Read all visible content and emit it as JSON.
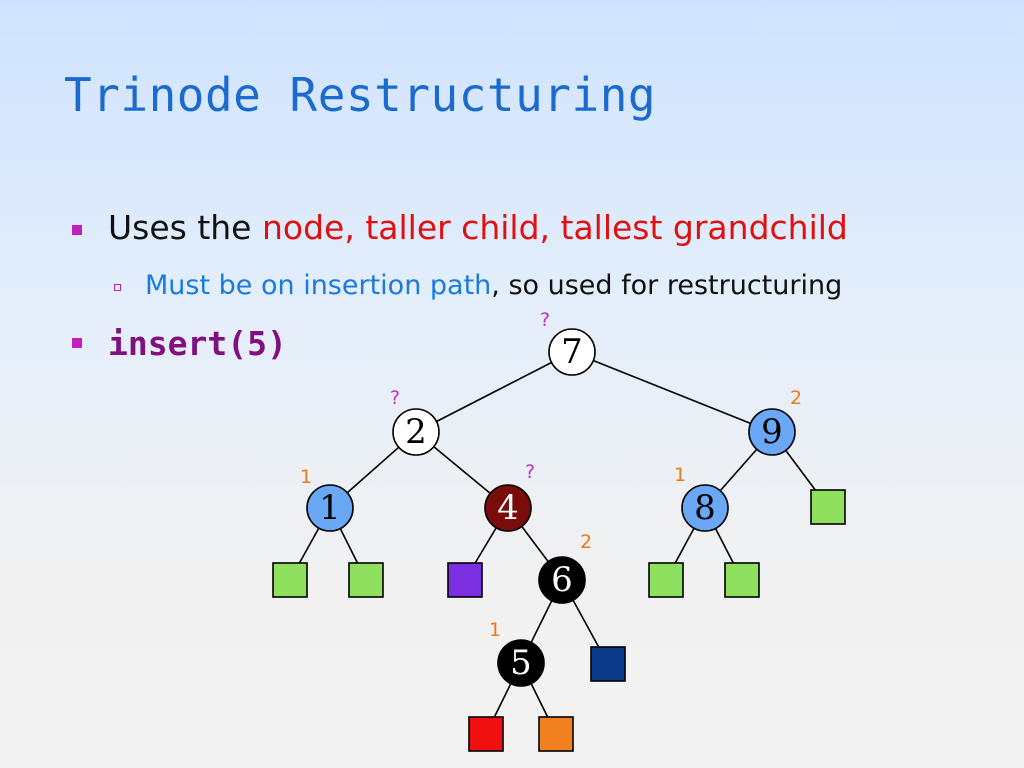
{
  "slide": {
    "title": "Trinode Restructuring",
    "bullet1": {
      "prefix": "Uses the ",
      "highlight": "node, taller child, tallest grandchild"
    },
    "bullet2": {
      "highlight": "Must be on insertion path",
      "suffix": ", so used for restructuring"
    },
    "bullet3": "insert(5)"
  },
  "tree": {
    "nodes": [
      {
        "id": "7",
        "label": "7",
        "height": "?",
        "fill": "#ffffff",
        "text": "#000000",
        "height_color": "#c030c0"
      },
      {
        "id": "2",
        "label": "2",
        "height": "?",
        "fill": "#ffffff",
        "text": "#000000",
        "height_color": "#c030c0"
      },
      {
        "id": "9",
        "label": "9",
        "height": "2",
        "fill": "#6aa8f5",
        "text": "#000000",
        "height_color": "#f07818"
      },
      {
        "id": "1",
        "label": "1",
        "height": "1",
        "fill": "#6aa8f5",
        "text": "#000000",
        "height_color": "#f07818"
      },
      {
        "id": "4",
        "label": "4",
        "height": "?",
        "fill": "#7a0c0c",
        "text": "#ffffff",
        "height_color": "#c030c0"
      },
      {
        "id": "8",
        "label": "8",
        "height": "1",
        "fill": "#6aa8f5",
        "text": "#000000",
        "height_color": "#f07818"
      },
      {
        "id": "6",
        "label": "6",
        "height": "2",
        "fill": "#000000",
        "text": "#ffffff",
        "height_color": "#f07818"
      },
      {
        "id": "5",
        "label": "5",
        "height": "1",
        "fill": "#000000",
        "text": "#ffffff",
        "height_color": "#f07818"
      }
    ],
    "edges": [
      [
        "7",
        "2"
      ],
      [
        "7",
        "9"
      ],
      [
        "2",
        "1"
      ],
      [
        "2",
        "4"
      ],
      [
        "9",
        "8"
      ],
      [
        "9",
        "L9r"
      ],
      [
        "1",
        "L1a"
      ],
      [
        "1",
        "L1b"
      ],
      [
        "4",
        "L4l"
      ],
      [
        "4",
        "6"
      ],
      [
        "8",
        "L8a"
      ],
      [
        "8",
        "L8b"
      ],
      [
        "6",
        "5"
      ],
      [
        "6",
        "L6r"
      ],
      [
        "5",
        "L5a"
      ],
      [
        "5",
        "L5b"
      ]
    ],
    "leaves": [
      {
        "id": "L1a",
        "fill": "#90e060"
      },
      {
        "id": "L1b",
        "fill": "#90e060"
      },
      {
        "id": "L4l",
        "fill": "#7a30e0"
      },
      {
        "id": "L8a",
        "fill": "#90e060"
      },
      {
        "id": "L8b",
        "fill": "#90e060"
      },
      {
        "id": "L9r",
        "fill": "#90e060"
      },
      {
        "id": "L6r",
        "fill": "#0a3a8a"
      },
      {
        "id": "L5a",
        "fill": "#f01010"
      },
      {
        "id": "L5b",
        "fill": "#f08020"
      }
    ]
  }
}
